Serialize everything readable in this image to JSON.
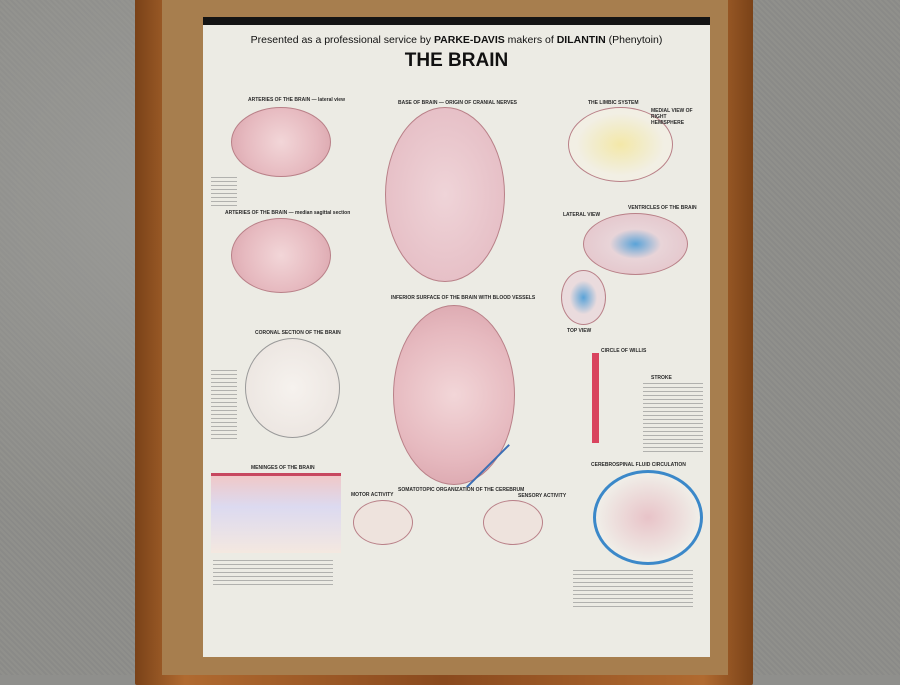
{
  "poster": {
    "sponsor_prefix": "Presented as a professional service by",
    "sponsor_company": "PARKE-DAVIS",
    "sponsor_mid": "makers of",
    "sponsor_product": "DILANTIN",
    "sponsor_suffix": "(Phenytoin)",
    "title": "THE BRAIN",
    "sections": {
      "arteries_lateral": "ARTERIES OF THE BRAIN — lateral view",
      "base": "BASE OF BRAIN — ORIGIN OF CRANIAL NERVES",
      "limbic": "THE LIMBIC SYSTEM",
      "medial_view": "MEDIAL VIEW OF RIGHT HEMISPHERE",
      "arteries_sagittal": "ARTERIES OF THE BRAIN — median sagittal section",
      "ventricles": "VENTRICLES OF THE BRAIN",
      "lateral_view": "LATERAL VIEW",
      "top_view": "TOP VIEW",
      "inferior": "INFERIOR SURFACE OF THE BRAIN WITH BLOOD VESSELS",
      "coronal": "CORONAL SECTION OF THE BRAIN",
      "willis": "CIRCLE OF WILLIS",
      "stroke": "STROKE",
      "meninges": "MENINGES OF THE BRAIN",
      "somatotopic": "SOMATOTOPIC ORGANIZATION OF THE CEREBRUM",
      "motor": "MOTOR ACTIVITY",
      "sensory": "SENSORY ACTIVITY",
      "csf": "CEREBROSPINAL FLUID CIRCULATION"
    }
  },
  "colors": {
    "frame": "#9a5724",
    "poster": "#ecebe4",
    "artery": "#d9435e",
    "vein": "#3b6fb5"
  }
}
